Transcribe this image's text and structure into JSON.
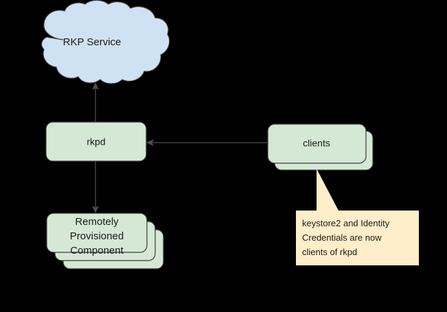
{
  "diagram": {
    "title": "RKP Service architecture diagram",
    "background_color": "#000000",
    "colors": {
      "cloud_fill": "#cfe2f3",
      "box_fill": "#d5e8d4",
      "callout_fill": "#ffeec9",
      "stroke": "#3a3a3a",
      "edge": "#4d4d4d",
      "text": "#1a1a1a"
    },
    "nodes": [
      {
        "id": "rkp-service",
        "shape": "cloud",
        "label": "RKP Service",
        "fill": "#cfe2f3"
      },
      {
        "id": "rkpd",
        "shape": "rounded-rect",
        "label": "rkpd",
        "fill": "#d5e8d4",
        "stacked": false
      },
      {
        "id": "clients",
        "shape": "rounded-rect-stack",
        "label": "clients",
        "fill": "#d5e8d4",
        "stack_layers": 2
      },
      {
        "id": "remotely-provisioned-component",
        "shape": "rounded-rect-stack",
        "label_lines": [
          "Remotely",
          "Provisioned",
          "Component"
        ],
        "fill": "#d5e8d4",
        "stack_layers": 3
      }
    ],
    "edges": [
      {
        "id": "rkpd-to-rkp-service",
        "from": "rkpd",
        "to": "rkp-service",
        "direction": "up",
        "arrowhead": "target"
      },
      {
        "id": "rkpd-to-rpc",
        "from": "rkpd",
        "to": "remotely-provisioned-component",
        "direction": "down",
        "arrowhead": "target"
      },
      {
        "id": "clients-to-rkpd",
        "from": "clients",
        "to": "rkpd",
        "direction": "left",
        "arrowhead": "target"
      }
    ],
    "callout": {
      "id": "clients-note",
      "anchor": "clients",
      "fill": "#ffeec9",
      "lines": [
        "keystore2 and Identity",
        "Credentials are now",
        "clients of rkpd"
      ],
      "text": "keystore2 and Identity Credentials are now clients of rkpd"
    }
  }
}
